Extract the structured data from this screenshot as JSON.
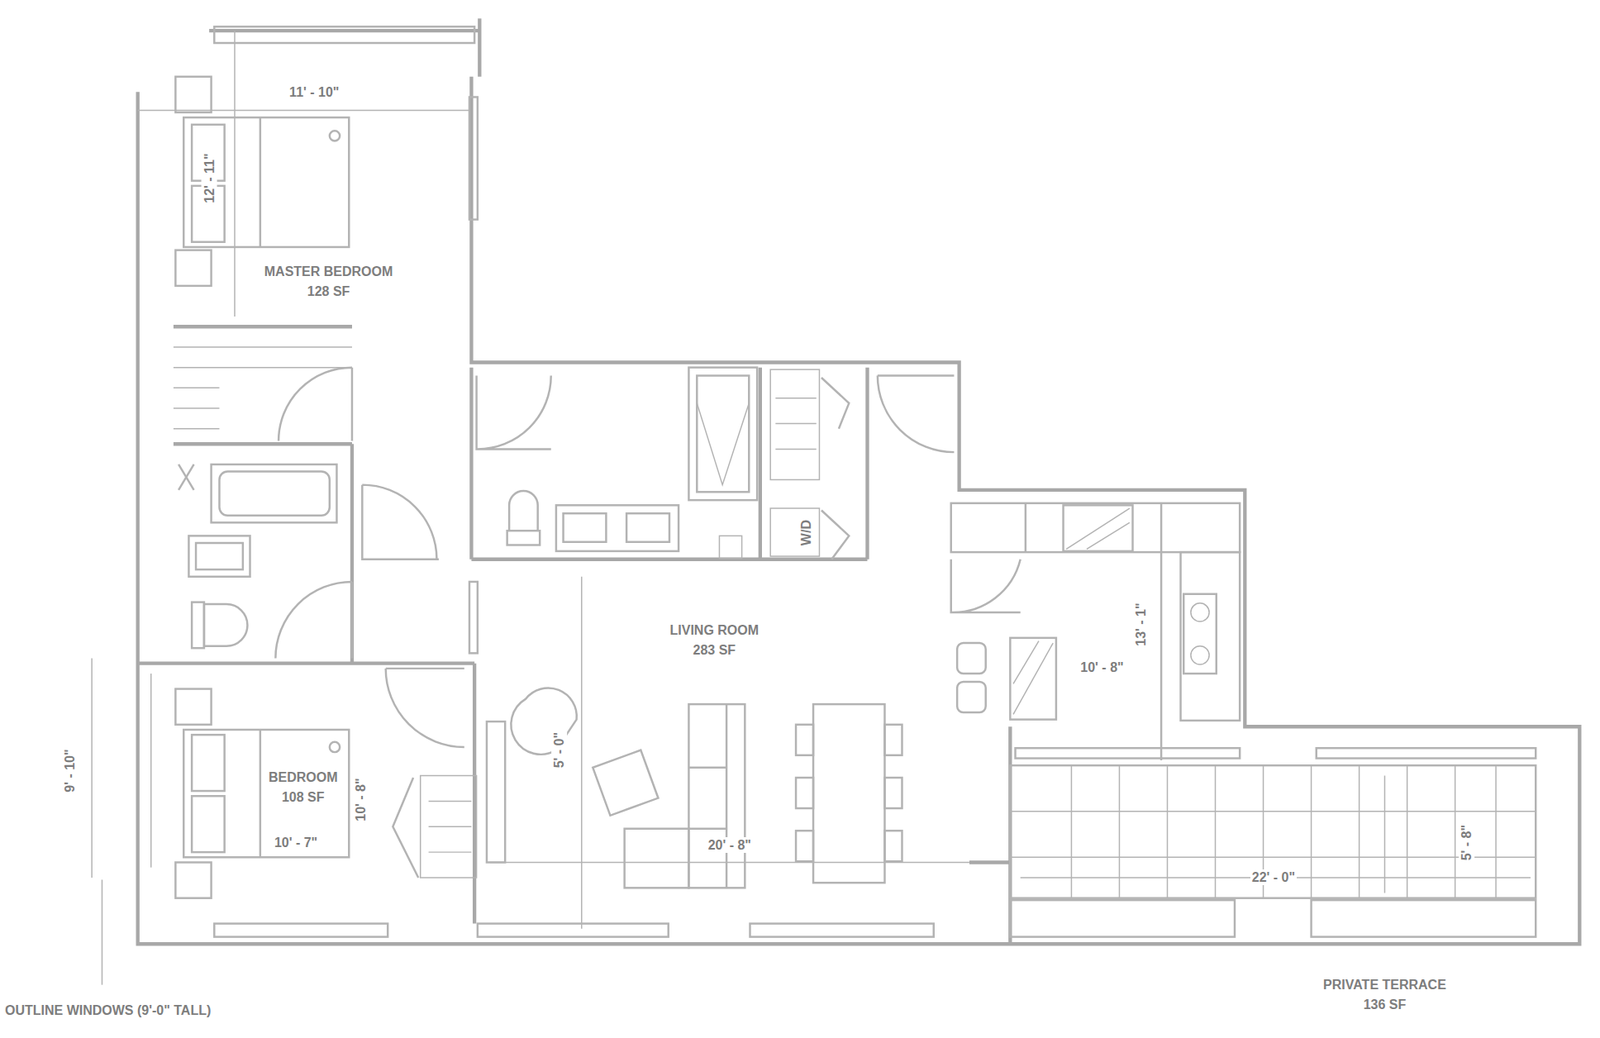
{
  "diagram": {
    "nodes": [
      {
        "text": [
          "MASTER BEDROOM",
          "128 SF"
        ]
      },
      {
        "text": [
          "LIVING ROOM",
          "283 SF"
        ]
      },
      {
        "text": [
          "BEDROOM",
          "108 SF"
        ]
      },
      {
        "text": [
          "PRIVATE TERRACE",
          "136 SF"
        ]
      }
    ],
    "labels": [
      "11' - 10\"",
      "12' - 11\"",
      "W/D",
      "13' - 1\"",
      "10' - 8\"",
      "9' - 10\"",
      "10' - 8\"",
      "10' - 7\"",
      "5' - 0\"",
      "20' - 8\"",
      "22' - 0\"",
      "5' - 8\"",
      "OUTLINE WINDOWS (9'-0\" TALL)"
    ]
  }
}
